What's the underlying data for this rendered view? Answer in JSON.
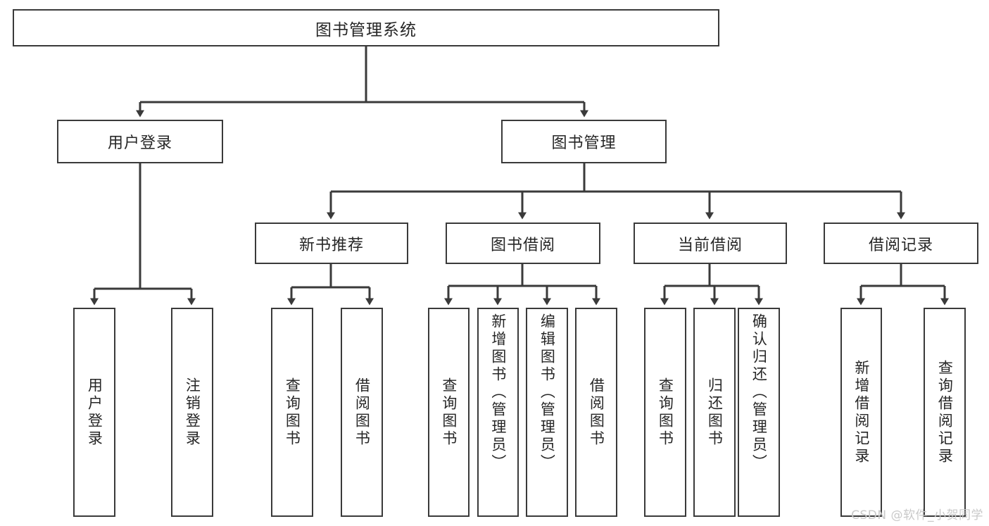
{
  "diagram": {
    "title": "图书管理系统",
    "type": "tree-hierarchy",
    "style": {
      "box_border_color": "#3a3a3a",
      "box_fill_color": "#ffffff",
      "edge_color": "#3a3a3a",
      "text_color": "#262626",
      "background_color": "#ffffff"
    },
    "root": {
      "label": "图书管理系统"
    },
    "level2": [
      {
        "label": "用户登录"
      },
      {
        "label": "图书管理"
      }
    ],
    "level3": [
      {
        "label": "新书推荐"
      },
      {
        "label": "图书借阅"
      },
      {
        "label": "当前借阅"
      },
      {
        "label": "借阅记录"
      }
    ],
    "leaves": {
      "user_login": [
        {
          "label": "用户登录"
        },
        {
          "label": "注销登录"
        }
      ],
      "new_book_recommend": [
        {
          "label": "查询图书"
        },
        {
          "label": "借阅图书"
        }
      ],
      "book_borrow": [
        {
          "label": "查询图书"
        },
        {
          "label": "新增图书（管理员）"
        },
        {
          "label": "编辑图书（管理员）"
        },
        {
          "label": "借阅图书"
        }
      ],
      "current_borrow": [
        {
          "label": "查询图书"
        },
        {
          "label": "归还图书"
        },
        {
          "label": "确认归还（管理员）"
        }
      ],
      "borrow_record": [
        {
          "label": "新增借阅记录"
        },
        {
          "label": "查询借阅记录"
        }
      ]
    }
  },
  "watermark": {
    "text": "CSDN @软件_小贺同学"
  }
}
